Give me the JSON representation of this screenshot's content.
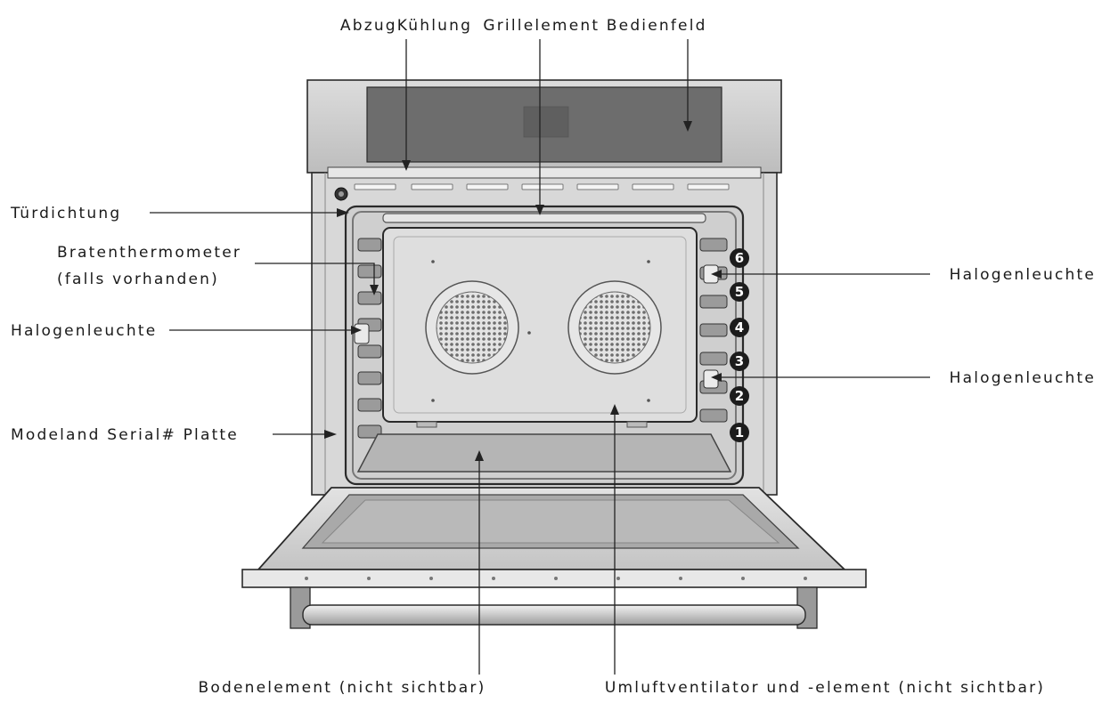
{
  "labels": {
    "abzug_kuehlung": "AbzugKühlung",
    "grillelement_bedienfeld": "Grillelement Bedienfeld",
    "tuerdichtung": "Türdichtung",
    "bratenthermometer_line1": "Bratenthermometer",
    "bratenthermometer_line2": "(falls vorhanden)",
    "halogenleuchte_left": "Halogenleuchte",
    "modeland_serial": "Modeland Serial# Platte",
    "halogenleuchte_right_top": "Halogenleuchte",
    "halogenleuchte_right_mid": "Halogenleuchte",
    "bodenelement": "Bodenelement (nicht sichtbar)",
    "umluftventilator": "Umluftventilator und -element (nicht sichtbar)"
  },
  "rack_positions": [
    "6",
    "5",
    "4",
    "3",
    "2",
    "1"
  ],
  "colors": {
    "stainless": "#c9c9c9",
    "panel_dark": "#6a6a6a",
    "cavity": "#cfcfcf",
    "enamel": "#b8b8b8",
    "outline": "#2a2a2a",
    "badge": "#1c1c1c"
  }
}
